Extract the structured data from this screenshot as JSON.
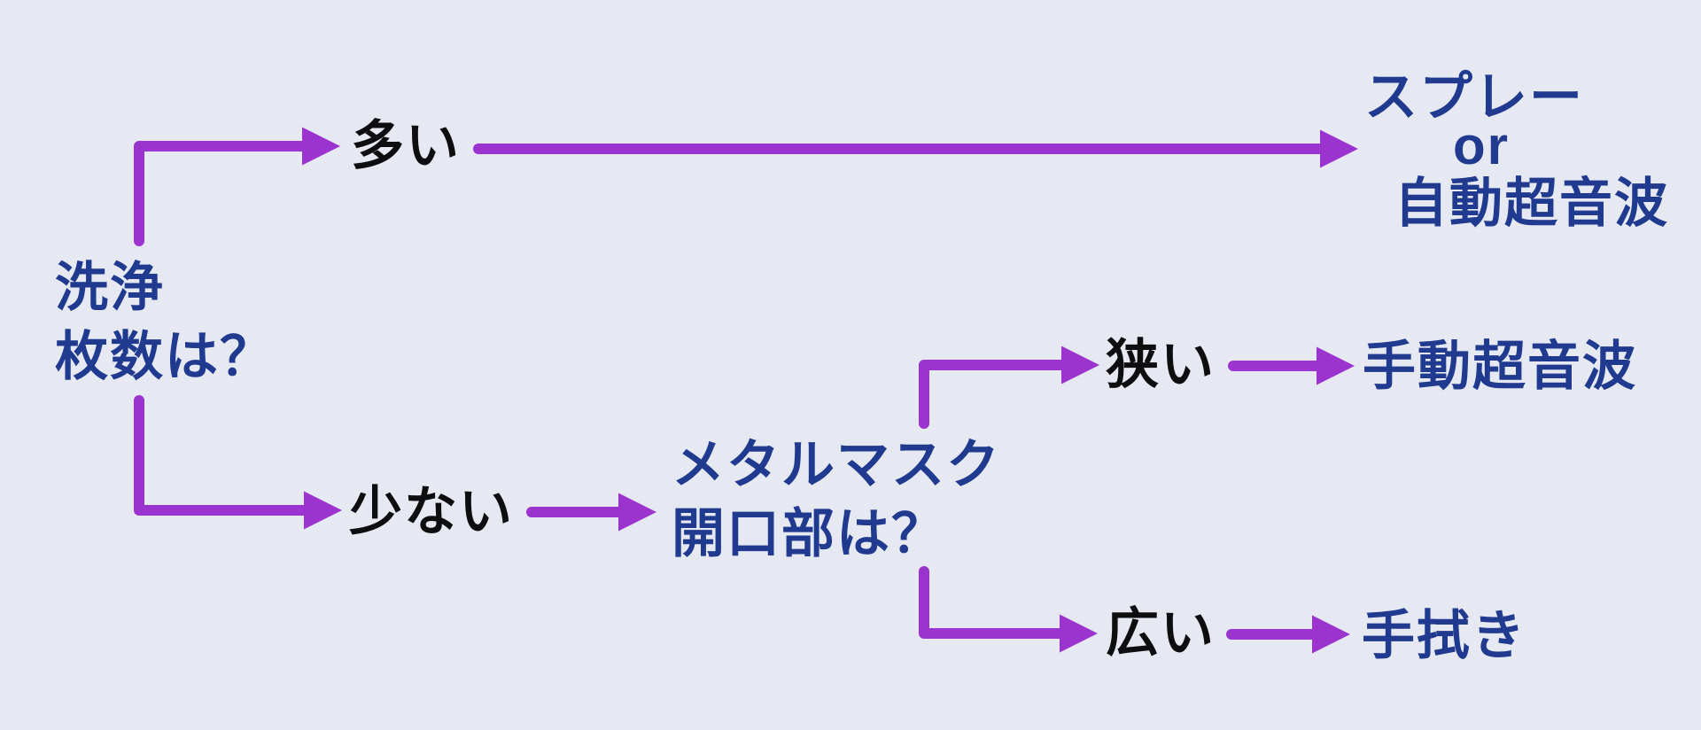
{
  "colors": {
    "background": "#e7e9f2",
    "arrow": "#9b34cf",
    "question_text": "#1f3a8e",
    "label_text": "#0e0e10"
  },
  "flowchart": {
    "root_question": "洗浄\n枚数は？",
    "branch_many": "多い",
    "outcome_many_lines": [
      "スプレー",
      "or",
      "自動超音波"
    ],
    "branch_few": "少ない",
    "sub_question": "メタルマスク\n開口部は？",
    "branch_narrow": "狭い",
    "outcome_narrow": "手動超音波",
    "branch_wide": "広い",
    "outcome_wide": "手拭き"
  }
}
